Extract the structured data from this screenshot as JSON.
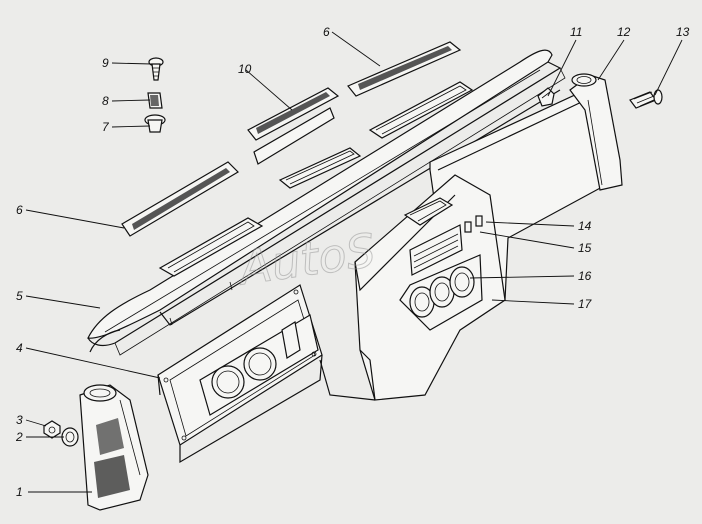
{
  "diagram": {
    "watermark": "AutoS",
    "callouts": [
      {
        "id": "callout-1",
        "label": "1"
      },
      {
        "id": "callout-2",
        "label": "2"
      },
      {
        "id": "callout-3",
        "label": "3"
      },
      {
        "id": "callout-4",
        "label": "4"
      },
      {
        "id": "callout-5",
        "label": "5"
      },
      {
        "id": "callout-6a",
        "label": "6"
      },
      {
        "id": "callout-6b",
        "label": "6"
      },
      {
        "id": "callout-7",
        "label": "7"
      },
      {
        "id": "callout-8",
        "label": "8"
      },
      {
        "id": "callout-9",
        "label": "9"
      },
      {
        "id": "callout-10",
        "label": "10"
      },
      {
        "id": "callout-11",
        "label": "11"
      },
      {
        "id": "callout-12",
        "label": "12"
      },
      {
        "id": "callout-13",
        "label": "13"
      },
      {
        "id": "callout-14",
        "label": "14"
      },
      {
        "id": "callout-15",
        "label": "15"
      },
      {
        "id": "callout-16",
        "label": "16"
      },
      {
        "id": "callout-17",
        "label": "17"
      }
    ]
  }
}
